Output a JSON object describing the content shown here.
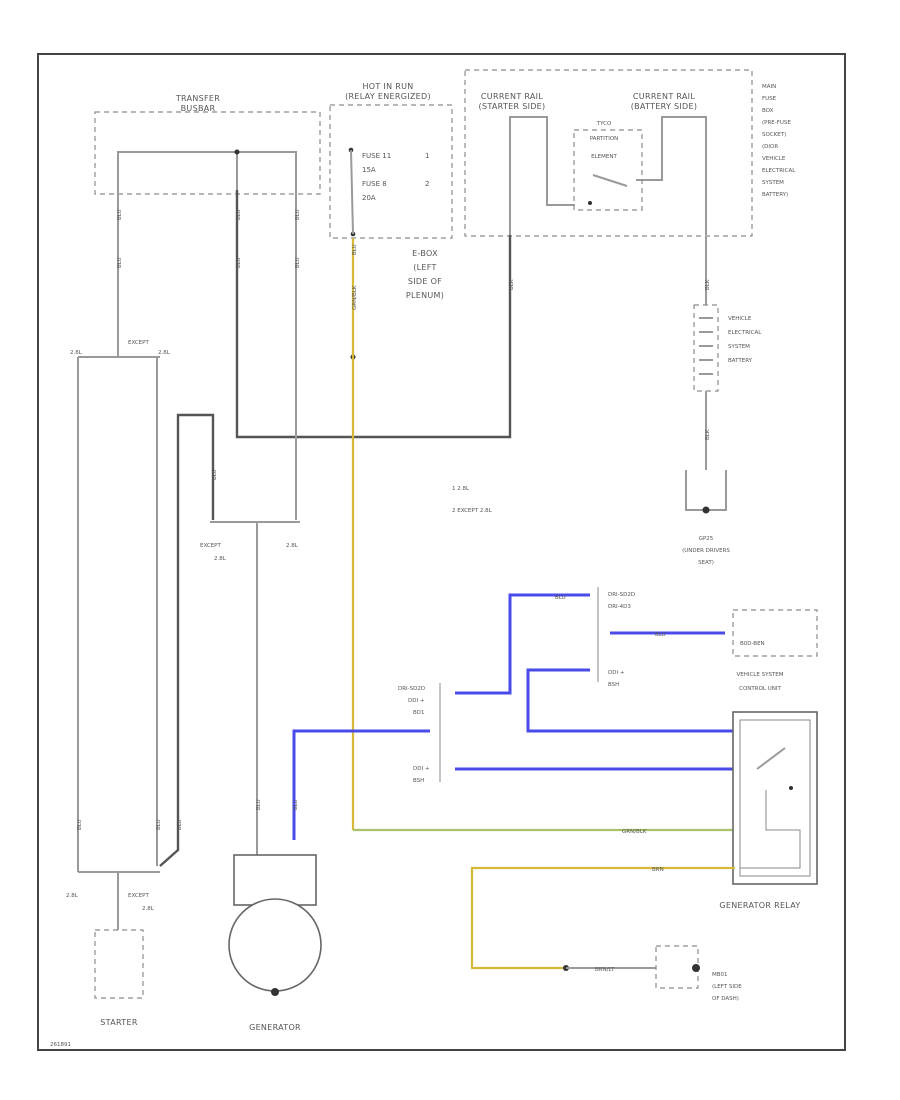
{
  "transfer_bracket": {
    "line1": "TRANSFER",
    "line2": "BUSBAR"
  },
  "hot_in_run": {
    "line1": "HOT IN RUN",
    "line2": "(RELAY ENERGIZED)"
  },
  "fuses": {
    "f1_name": "FUSE 11",
    "f1_amp": "15A",
    "f1_note": "1",
    "f2_name": "FUSE 8",
    "f2_amp": "20A",
    "f2_note": "2"
  },
  "ebox": {
    "line1": "E-BOX",
    "line2": "(LEFT",
    "line3": "SIDE OF",
    "line4": "PLENUM)"
  },
  "main_fuse_box": {
    "line1": "MAIN",
    "line2": "FUSE",
    "line3": "BOX",
    "line4": "(PRE-FUSE",
    "line5": "SOCKET)",
    "line6": "(DIOR",
    "line7": "VEHICLE",
    "line8": "ELECTRICAL",
    "line9": "SYSTEM",
    "line10": "BATTERY)"
  },
  "current_rail_starter": {
    "line1": "CURRENT RAIL",
    "line2": "(STARTER SIDE)"
  },
  "current_rail_battery": {
    "line1": "CURRENT RAIL",
    "line2": "(BATTERY SIDE)"
  },
  "partition_element": {
    "line1": "TYCO",
    "line2": "PARTITION",
    "line3": "ELEMENT"
  },
  "battery": {
    "line1": "VEHICLE",
    "line2": "ELECTRICAL",
    "line3": "SYSTEM",
    "line4": "BATTERY"
  },
  "gp25": {
    "line1": "GP25",
    "line2": "(UNDER DRIVERS",
    "line3": "SEAT)"
  },
  "except_top": {
    "left": "2.8L",
    "right": "EXCEPT",
    "sub": "2.8L"
  },
  "except_mid": {
    "left": "EXCEPT",
    "left2": "2.8L",
    "right": "2.8L"
  },
  "starter_branch": {
    "left": "2.8L",
    "right": "EXCEPT",
    "right2": "2.8L"
  },
  "notes": {
    "n1": "1  2.8L",
    "n2": "2  EXCEPT 2.8L"
  },
  "variant_a": {
    "l1": "DRI-SD2D",
    "l2": "DRI-4D3"
  },
  "variant_b": {
    "l1": "DDI +",
    "l2": "BSH"
  },
  "variant_c": {
    "l1": "DRI-SD2D",
    "l2": "DDI +",
    "l3": "BD1"
  },
  "variant_d": {
    "l1": "DDI +",
    "l2": "BSH"
  },
  "vscu": {
    "pin": "B0D-BEN",
    "line1": "VEHICLE SYSTEM",
    "line2": "CONTROL UNIT"
  },
  "generator_relay": {
    "label": "GENERATOR RELAY"
  },
  "mb01": {
    "line1": "MB01",
    "line2": "(LEFT SIDE",
    "line3": "OF DASH)"
  },
  "starter": {
    "label": "STARTER"
  },
  "generator": {
    "label": "GENERATOR"
  },
  "diagram_id": {
    "text": "261891"
  },
  "wire_codes": {
    "w1": "BLU",
    "w2": "BLU",
    "w3": "BLU",
    "w4": "BLU",
    "w5": "BLU",
    "w6": "BLU",
    "w7": "BLU",
    "w8": "GRN/BLK",
    "w9": "BLK",
    "w10": "BLK",
    "w11": "BLK",
    "w12": "BLU",
    "w13": "BLU",
    "w14": "BLU",
    "w15": "BLU",
    "w16": "BLU",
    "w17": "BLU",
    "w18": "BLU",
    "w19": "BLU",
    "w20": "GRN/BLK",
    "w21": "BRN",
    "w22": "BRN/LT"
  },
  "colors": {
    "blue_wire": "#4a4ae8",
    "yellow_wire": "#d7b93a",
    "green_wire": "#a9c26a",
    "dark_wire": "#555555"
  }
}
